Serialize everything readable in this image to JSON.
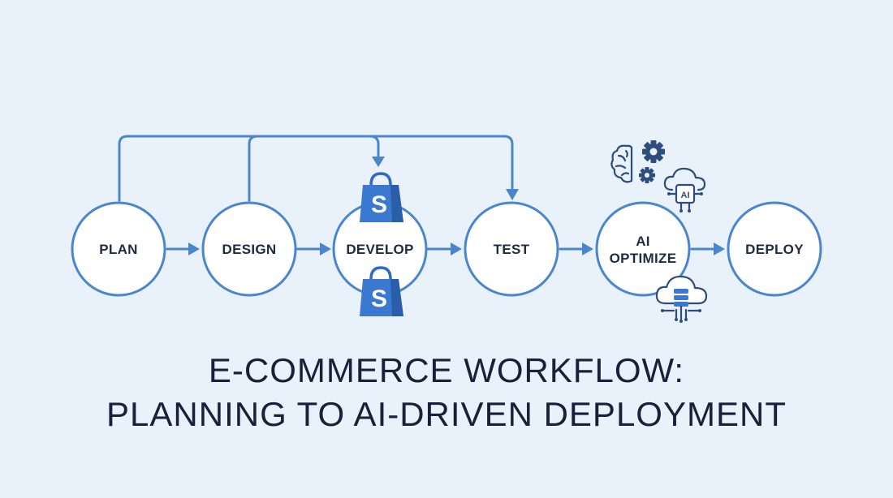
{
  "steps": [
    {
      "id": "plan",
      "label": "PLAN"
    },
    {
      "id": "design",
      "label": "DESIGN"
    },
    {
      "id": "develop",
      "label": "DEVELOP"
    },
    {
      "id": "test",
      "label": "TEST"
    },
    {
      "id": "ai-optimize",
      "label": "AI OPTIMIZE"
    },
    {
      "id": "deploy",
      "label": "DEPLOY"
    }
  ],
  "icons": {
    "shopify_glyph": "S",
    "chip_label": "AI"
  },
  "title": {
    "line1": "E-COMMERCE WORKFLOW:",
    "line2": "PLANNING TO AI-DRIVEN DEPLOYMENT"
  },
  "colors": {
    "background": "#e9f1fb",
    "accent": "#4a86cf",
    "icon": "#2f4d7c",
    "text": "#1f2b44"
  }
}
